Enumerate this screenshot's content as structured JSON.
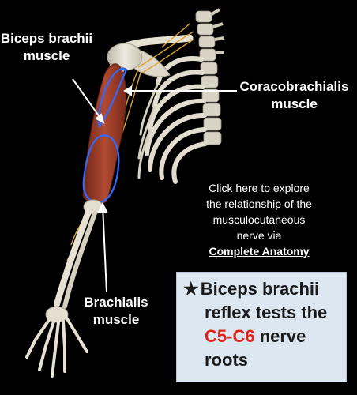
{
  "labels": {
    "biceps": [
      "Biceps brachii",
      "muscle"
    ],
    "coracobrachialis": [
      "Coracobrachialis",
      "muscle"
    ],
    "brachialis": [
      "Brachialis",
      "muscle"
    ]
  },
  "explore": {
    "lines": [
      "Click here to explore",
      "the relationship of the",
      "musculocutaneous",
      "nerve via"
    ],
    "link": "Complete Anatomy"
  },
  "info_box": {
    "star": "★",
    "line1": "Biceps brachii",
    "line2": "reflex tests the",
    "line3_red": "C5-C6",
    "line3_rest": " nerve",
    "line4": "roots"
  },
  "colors": {
    "background": "#000000",
    "bone": "#e9e4d6",
    "muscle": "#a4402c",
    "outline": "#2f6bff",
    "nerve": "#d9a23a",
    "highlight_red": "#e0241c",
    "box_bg": "#dde7f2"
  }
}
